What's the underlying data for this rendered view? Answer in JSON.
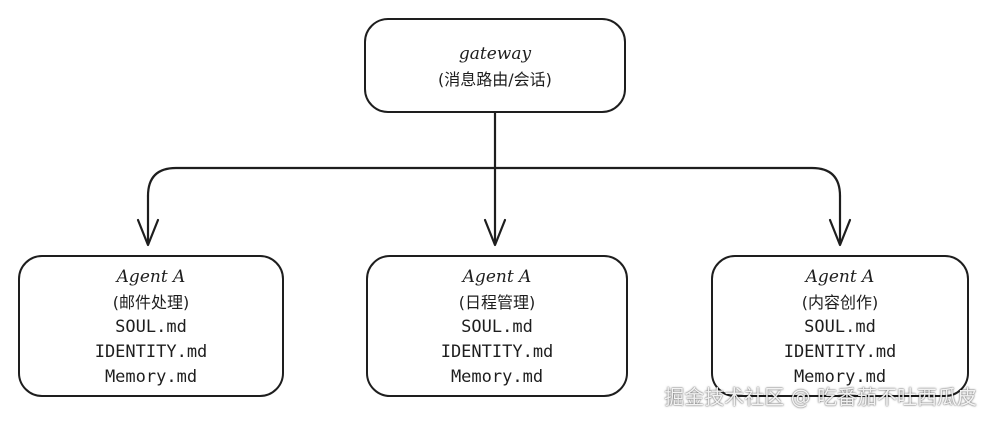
{
  "gateway": {
    "title": "gateway",
    "subtitle": "(消息路由/会话)"
  },
  "agents": [
    {
      "title": "Agent A",
      "role": "(邮件处理)",
      "files": [
        "SOUL.md",
        "IDENTITY.md",
        "Memory.md"
      ]
    },
    {
      "title": "Agent A",
      "role": "(日程管理)",
      "files": [
        "SOUL.md",
        "IDENTITY.md",
        "Memory.md"
      ]
    },
    {
      "title": "Agent A",
      "role": "(内容创作)",
      "files": [
        "SOUL.md",
        "IDENTITY.md",
        "Memory.md"
      ]
    }
  ],
  "watermark": "掘金技术社区 @ 吃番茄不吐西瓜皮",
  "colors": {
    "stroke": "#1e1e1e",
    "background": "#ffffff"
  }
}
